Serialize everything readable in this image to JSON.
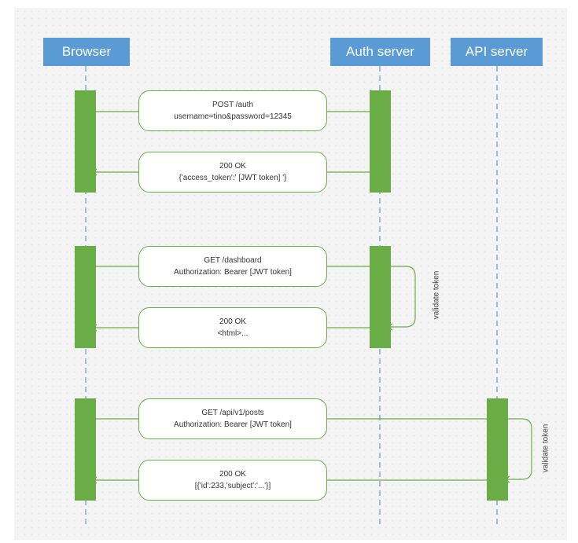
{
  "participants": {
    "browser": "Browser",
    "auth": "Auth server",
    "api": "API server"
  },
  "messages": [
    {
      "line1": "POST /auth",
      "line2": "username=tino&password=12345"
    },
    {
      "line1": "200 OK",
      "line2": "{'access_token':' [JWT token] '}"
    },
    {
      "line1": "GET /dashboard",
      "line2": "Authorization: Bearer [JWT token]"
    },
    {
      "line1": "200 OK",
      "line2": "<html>..."
    },
    {
      "line1": "GET /api/v1/posts",
      "line2": "Authorization: Bearer [JWT token]"
    },
    {
      "line1": "200 OK",
      "line2": "[{'id':233,'subject':'...'}]"
    }
  ],
  "self_calls": {
    "auth": "validate token",
    "api": "validate token"
  },
  "colors": {
    "header": "#5b9bd5",
    "activation": "#6aad46",
    "lifeline": "#5b9bd5",
    "background": "#f4f4f4"
  }
}
